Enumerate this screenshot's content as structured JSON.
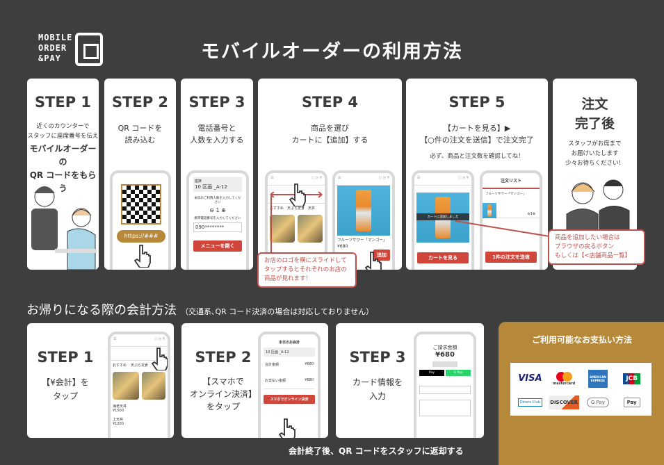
{
  "logo": {
    "lines": [
      "MOBILE",
      "ORDER",
      "&PAY"
    ]
  },
  "title": "モバイルオーダーの利用方法",
  "top_steps": [
    {
      "step": "STEP 1",
      "small": [
        "近くのカウンターで",
        "スタッフに座席番号を伝え"
      ],
      "bold": [
        "モバイルオーダーの",
        "QR コードをもらう"
      ]
    },
    {
      "step": "STEP 2",
      "text": [
        "QR コードを",
        "読み込む"
      ],
      "url": "https://###"
    },
    {
      "step": "STEP 3",
      "text": [
        "電話番号と",
        "人数を入力する"
      ],
      "phone": {
        "seat_label": "座席",
        "seat": "10 区画 _A-12",
        "people_prompt": "本日のご利用人数を入力してください",
        "count": "1",
        "phone_prompt": "携帯電話番号を入力してください",
        "phone_value": "090********",
        "button": "メニューを開く"
      }
    },
    {
      "step": "STEP 4",
      "text": [
        "商品を選び",
        "カートに【追加】する"
      ],
      "phone": {
        "tabs": [
          "おすすめ",
          "天ぷら定食",
          "天丼"
        ],
        "item": "フルーツサワー「マンゴー」",
        "price": "¥680",
        "add": "追加"
      },
      "callout": [
        "お店のロゴを横にスライドして",
        "タップするとそれぞれのお店の",
        "商品が見れます！"
      ]
    },
    {
      "step": "STEP 5",
      "text": [
        "【カートを見る】▶",
        "【○件の注文を送信】で注文完了"
      ],
      "note": "必ず、商品と注文数を確認してね！",
      "phone": {
        "toast": "カートに追加しました",
        "view_cart": "カートを見る",
        "list_title": "注文リスト",
        "list_item": "フルーツサワー「マンゴー」",
        "qty": "1",
        "send": "1件の注文を送信"
      },
      "callout": [
        "商品を追加したい場合は",
        "ブラウザの戻るボタン",
        "もしくは【<店舗商品一覧】"
      ]
    },
    {
      "step": "注文",
      "step2": "完了後",
      "text": [
        "スタッフがお席まで",
        "お届けいたします",
        "少々お待ちください！"
      ]
    }
  ],
  "section": {
    "title": "お帰りになる際の会計方法",
    "note": "（交通系､QR コード決済の場合は対応しておりません）"
  },
  "bottom_steps": [
    {
      "step": "STEP 1",
      "text": [
        "【¥会計】を",
        "タップ"
      ],
      "phone": {
        "tabs": [
          "おすすめ",
          "天ぷら定食"
        ],
        "items": [
          {
            "name": "海老天丼",
            "price": "¥1500"
          },
          {
            "name": "上天丼",
            "price": "¥1200"
          }
        ]
      }
    },
    {
      "step": "STEP 2",
      "text": [
        "【スマホで",
        "オンライン決済】",
        "をタップ"
      ],
      "phone": {
        "title": "本日のお会計",
        "seat": "10 区画 _A-12",
        "rows": [
          {
            "label": "合計金額",
            "value": "¥680"
          },
          {
            "label": "お支払い金額",
            "value": "¥680"
          }
        ],
        "button": "スマホでオンライン決済"
      }
    },
    {
      "step": "STEP 3",
      "text": [
        "カード情報を",
        "入力"
      ],
      "phone": {
        "label": "ご請求金額",
        "amount": "¥680",
        "pay": "Pay",
        "gpay": "G Pay"
      }
    }
  ],
  "payment": {
    "title": "ご利用可能なお支払い方法",
    "methods": [
      "VISA",
      "mastercard",
      "AMERICAN EXPRESS",
      "JCB",
      "Diners Club",
      "DISCOVER",
      "G Pay",
      "Pay"
    ]
  },
  "footer": "会計終了後、QR コードをスタッフに返却する",
  "colors": {
    "background": "#3f3e3f",
    "accent_red": "#d0463b",
    "callout": "#c0504d",
    "gold": "#b5883a"
  }
}
